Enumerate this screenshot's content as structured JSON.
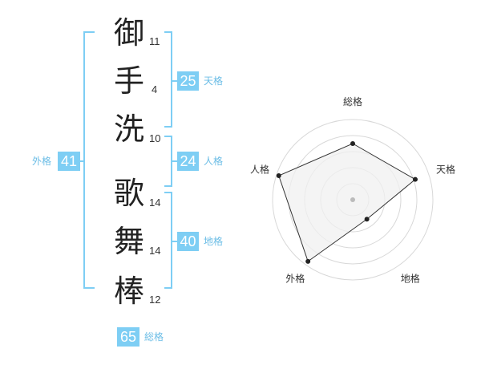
{
  "name": {
    "characters": [
      {
        "char": "御",
        "strokes": "11"
      },
      {
        "char": "手",
        "strokes": "4"
      },
      {
        "char": "洗",
        "strokes": "10"
      },
      {
        "char": "歌",
        "strokes": "14"
      },
      {
        "char": "舞",
        "strokes": "14"
      },
      {
        "char": "棒",
        "strokes": "12"
      }
    ]
  },
  "scores": {
    "tenkaku": {
      "value": "25",
      "label": "天格"
    },
    "jinkaku": {
      "value": "24",
      "label": "人格"
    },
    "chikaku": {
      "value": "40",
      "label": "地格"
    },
    "gaikaku": {
      "value": "41",
      "label": "外格"
    },
    "soukaku": {
      "value": "65",
      "label": "総格"
    }
  },
  "chart_data": {
    "type": "radar",
    "axes": [
      "総格",
      "天格",
      "地格",
      "外格",
      "人格"
    ],
    "values": [
      0.7,
      0.82,
      0.3,
      0.95,
      0.97
    ],
    "colors": {
      "fill": "#f0f0f0",
      "stroke": "#333333",
      "grid": "#d8d8d8",
      "accent": "#7ecef4"
    }
  }
}
